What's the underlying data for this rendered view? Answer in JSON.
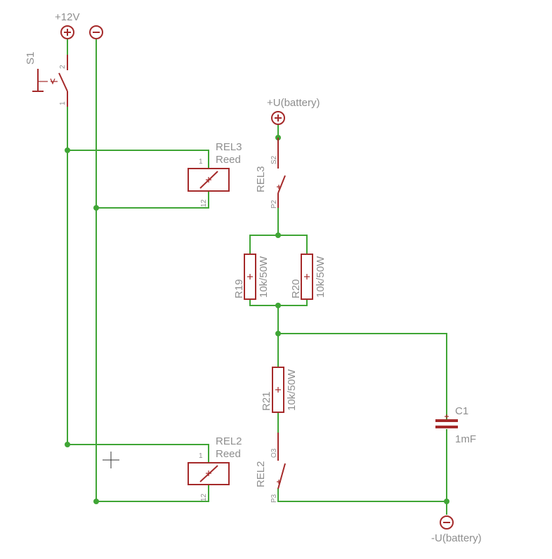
{
  "supply": {
    "plus12v": "+12V",
    "plus_battery": "+U(battery)",
    "minus_battery": "-U(battery)"
  },
  "switch_s1": {
    "name": "S1",
    "pin_top": "2",
    "pin_bottom": "1"
  },
  "rel3_coil": {
    "name": "REL3",
    "type": "Reed",
    "pin_top": "1",
    "pin_bottom": "12"
  },
  "rel2_coil": {
    "name": "REL2",
    "type": "Reed",
    "pin_top": "1",
    "pin_bottom": "12"
  },
  "rel3_contact": {
    "name": "REL3",
    "pin_top": "S2",
    "pin_bottom": "P2"
  },
  "rel2_contact": {
    "name": "REL2",
    "pin_top": "O3",
    "pin_bottom": "P3"
  },
  "r19": {
    "name": "R19",
    "value": "10k/50W"
  },
  "r20": {
    "name": "R20",
    "value": "10k/50W"
  },
  "r21": {
    "name": "R21",
    "value": "10k/50W"
  },
  "c1": {
    "name": "C1",
    "value": "1mF"
  },
  "colors": {
    "wire": "#3fa535",
    "symbol": "#a52a2a",
    "label": "#8e8e8e"
  }
}
